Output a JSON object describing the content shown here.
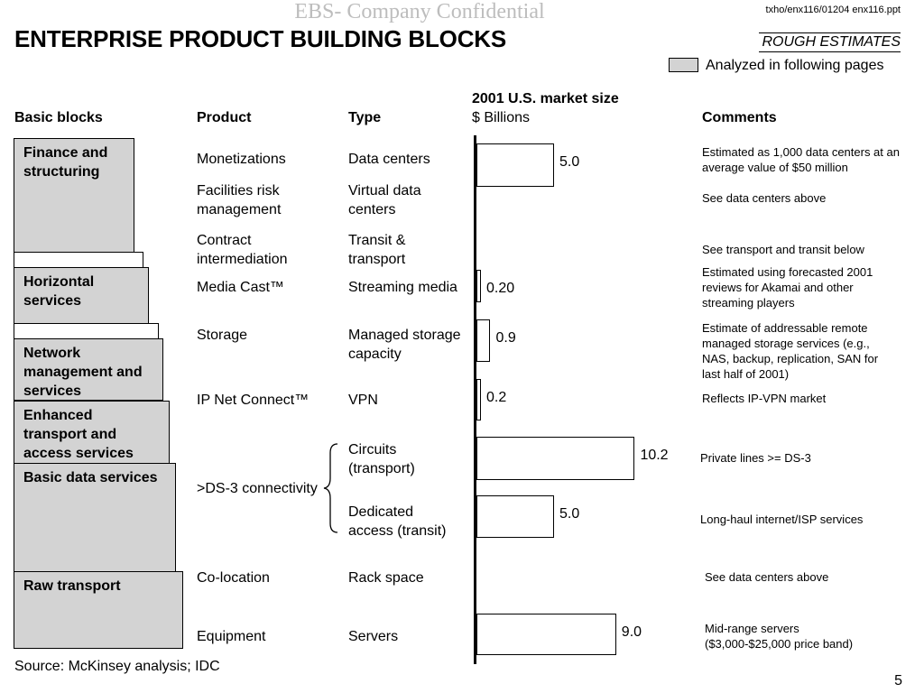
{
  "header": {
    "confidential": "EBS- Company Confidential",
    "file_ref": "txho/enx116/01204 enx116.ppt",
    "title": "ENTERPRISE PRODUCT BUILDING BLOCKS",
    "rough": "ROUGH ESTIMATES",
    "legend_text": "Analyzed in following pages"
  },
  "columns": {
    "basic_blocks": "Basic blocks",
    "product": "Product",
    "type": "Type",
    "market_title": "2001 U.S. market size",
    "market_unit": "$ Billions",
    "comments": "Comments"
  },
  "blocks": [
    "Finance and structuring",
    "Horizontal services",
    "Network management and services",
    "Enhanced transport and access services",
    "Basic data services",
    "Raw transport"
  ],
  "rows": [
    {
      "product": "Monetizations",
      "type": "Data centers",
      "comment": "Estimated as 1,000 data centers at an average value of $50 million"
    },
    {
      "product": "Facilities risk management",
      "type": "Virtual data centers",
      "comment": "See data centers above"
    },
    {
      "product": "Contract intermediation",
      "type": "Transit  & transport",
      "comment": "See transport and transit below"
    },
    {
      "product": "Media Cast™",
      "type": "Streaming media",
      "comment": "Estimated using forecasted 2001 reviews for Akamai and other streaming players"
    },
    {
      "product": "Storage",
      "type": "Managed storage capacity",
      "comment": "Estimate of addressable remote managed storage services (e.g., NAS, backup, replication, SAN for last half of 2001)"
    },
    {
      "product": "IP Net Connect™",
      "type": "VPN",
      "comment": "Reflects IP-VPN market"
    },
    {
      "product": ">DS-3 connectivity",
      "type": "Circuits (transport)",
      "comment": "Private lines >= DS-3"
    },
    {
      "product": "",
      "type": "Dedicated access (transit)",
      "comment": "Long-haul internet/ISP services"
    },
    {
      "product": "Co-location",
      "type": "Rack space",
      "comment": "See data centers above"
    },
    {
      "product": "Equipment",
      "type": "Servers",
      "comment": "Mid-range servers ($3,000-$25,000 price band)"
    }
  ],
  "chart_data": {
    "type": "bar",
    "orientation": "horizontal",
    "title": "2001 U.S. market size",
    "unit": "$ Billions",
    "categories": [
      "Data centers",
      "Streaming media",
      "Managed storage capacity",
      "VPN",
      "Circuits (transport)",
      "Dedicated access (transit)",
      "Servers"
    ],
    "values": [
      5.0,
      0.2,
      0.9,
      0.2,
      10.2,
      5.0,
      9.0
    ],
    "labels": [
      "5.0",
      "0.20",
      "0.9",
      "0.2",
      "10.2",
      "5.0",
      "9.0"
    ]
  },
  "footer": {
    "source": "Source: McKinsey analysis; IDC",
    "page": "5"
  }
}
